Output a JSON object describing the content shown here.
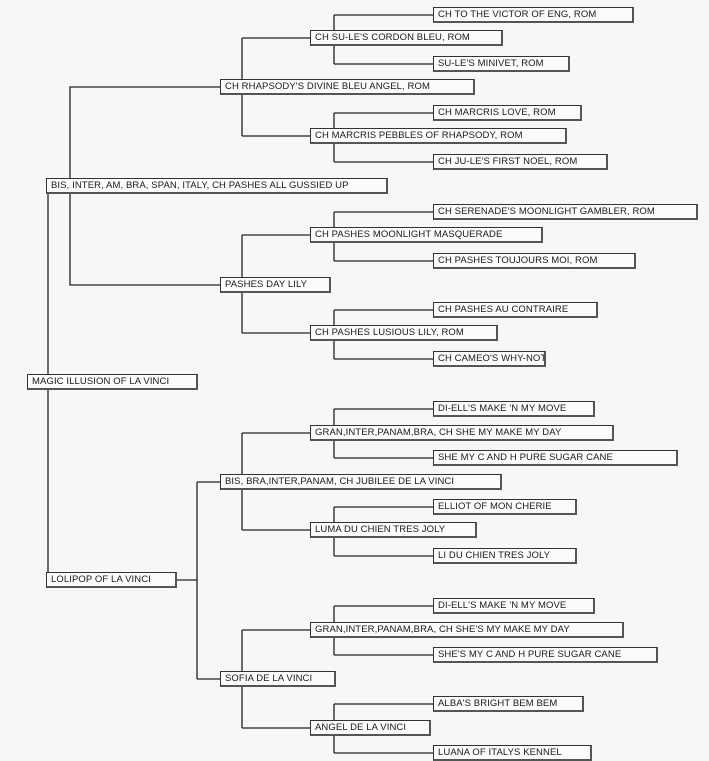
{
  "pedigree": {
    "subject": "MAGIC ILLUSION OF LA VINCI",
    "sire": "BIS, INTER, AM, BRA, SPAN, ITALY, CH PASHES ALL GUSSIED UP",
    "dam": "LOLIPOP OF LA VINCI",
    "sire_sire": "CH RHAPSODY'S DIVINE BLEU ANGEL, ROM",
    "sire_dam": "PASHES DAY LILY",
    "dam_sire": "BIS, BRA,INTER,PANAM, CH JUBILEE DE LA VINCI",
    "dam_dam": "SOFIA DE LA VINCI",
    "gen3": [
      "CH SU-LE'S CORDON BLEU, ROM",
      "CH MARCRIS PEBBLES OF RHAPSODY, ROM",
      "CH PASHES MOONLIGHT MASQUERADE",
      "CH PASHES LUSIOUS LILY, ROM",
      "GRAN,INTER,PANAM,BRA, CH SHE MY MAKE MY DAY",
      "LUMA DU CHIEN TRES JOLY",
      "GRAN,INTER,PANAM,BRA, CH SHE'S MY MAKE MY DAY",
      "ANGEL DE LA VINCI"
    ],
    "gen4": [
      "CH TO THE VICTOR OF ENG, ROM",
      "SU-LE'S MINIVET, ROM",
      "CH MARCRIS LOVE, ROM",
      "CH JU-LE'S FIRST NOEL, ROM",
      "CH SERENADE'S MOONLIGHT GAMBLER, ROM",
      "CH PASHES TOUJOURS MOI, ROM",
      "CH PASHES AU CONTRAIRE",
      "CH CAMEO'S WHY-NOT",
      "DI-ELL'S MAKE 'N MY MOVE",
      "SHE MY C AND H PURE SUGAR CANE",
      "ELLIOT OF MON CHERIE",
      "LI DU CHIEN TRES JOLY",
      "DI-ELL'S MAKE 'N MY MOVE",
      "SHE'S MY C AND H PURE SUGAR CANE",
      "ALBA'S BRIGHT BEM BEM",
      "LUANA OF ITALYS KENNEL"
    ]
  }
}
